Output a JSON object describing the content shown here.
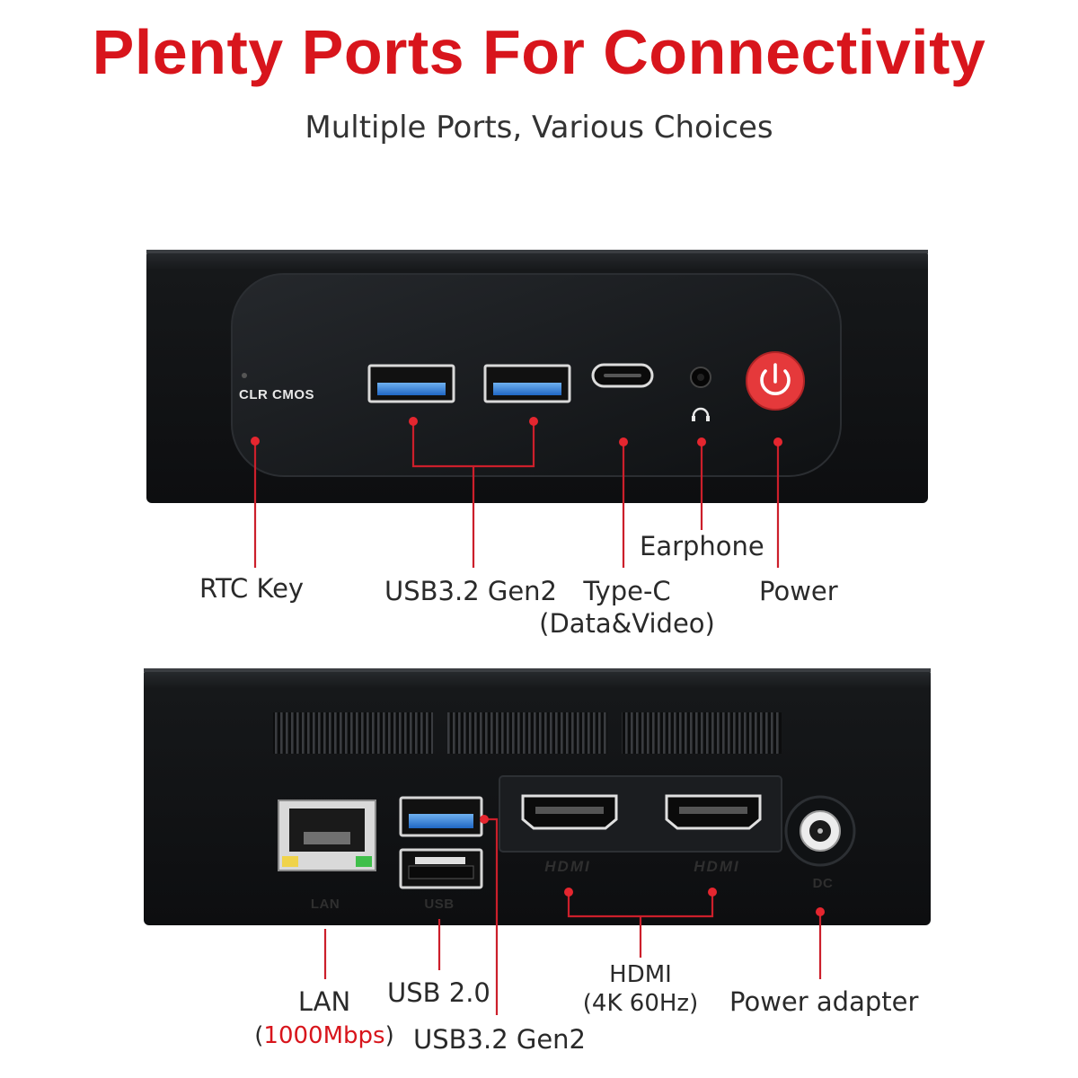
{
  "headline": "Plenty Ports For Connectivity",
  "subheadline": "Multiple Ports, Various Choices",
  "front_panel": {
    "silkscreen": "CLR  CMOS",
    "labels": {
      "rtc": "RTC Key",
      "usb": "USB3.2 Gen2",
      "typec_line1": "Type-C",
      "typec_line2": "(Data&Video)",
      "earphone": "Earphone",
      "power": "Power"
    }
  },
  "rear_panel": {
    "silkscreen": {
      "lan": "LAN",
      "usb": "USB",
      "hdmi1": "HDMI",
      "hdmi2": "HDMI",
      "dc": "DC"
    },
    "labels": {
      "lan": "LAN",
      "lan_speed_open": "(",
      "lan_speed": "1000Mbps",
      "lan_speed_close": ")",
      "usb2": "USB 2.0",
      "usb3": "USB3.2 Gen2",
      "hdmi_line1": "HDMI",
      "hdmi_line2": "(4K 60Hz)",
      "power_adapter": "Power adapter"
    }
  },
  "colors": {
    "accent_red": "#d8151c",
    "callout_red": "#cc1f2b",
    "device_body": "#151719",
    "usb3_blue": "#2f7fd6",
    "power_button": "#e5393b"
  }
}
